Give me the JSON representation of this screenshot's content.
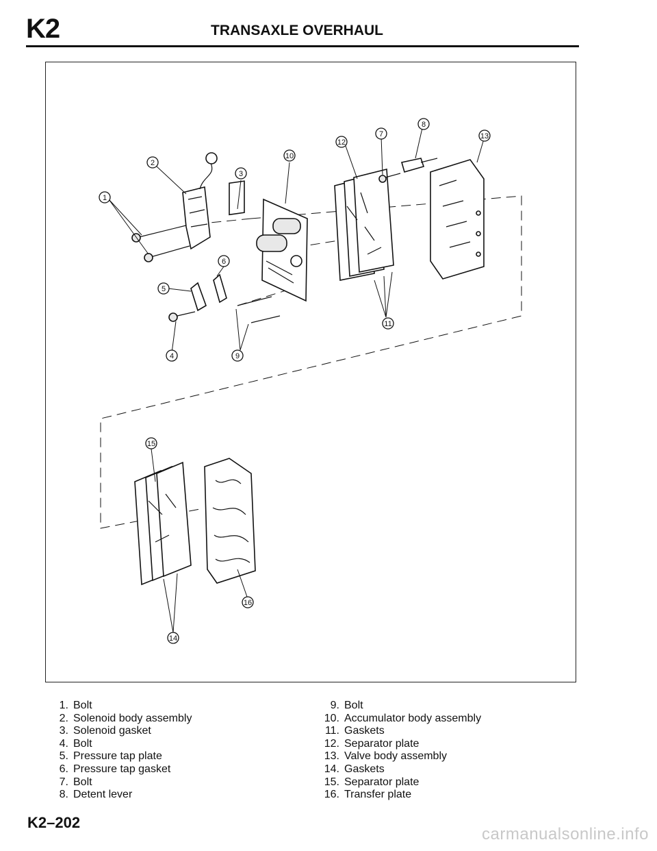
{
  "header": {
    "section_code": "K2",
    "title": "TRANSAXLE OVERHAUL"
  },
  "figure": {
    "callouts": [
      "1",
      "2",
      "3",
      "4",
      "5",
      "6",
      "7",
      "8",
      "9",
      "10",
      "11",
      "12",
      "13",
      "14",
      "15",
      "16"
    ]
  },
  "legend": {
    "left": [
      {
        "num": "1.",
        "label": "Bolt"
      },
      {
        "num": "2.",
        "label": "Solenoid body assembly"
      },
      {
        "num": "3.",
        "label": "Solenoid gasket"
      },
      {
        "num": "4.",
        "label": "Bolt"
      },
      {
        "num": "5.",
        "label": "Pressure tap plate"
      },
      {
        "num": "6.",
        "label": "Pressure tap gasket"
      },
      {
        "num": "7.",
        "label": "Bolt"
      },
      {
        "num": "8.",
        "label": "Detent lever"
      }
    ],
    "right": [
      {
        "num": "9.",
        "label": "Bolt"
      },
      {
        "num": "10.",
        "label": "Accumulator body assembly"
      },
      {
        "num": "11.",
        "label": "Gaskets"
      },
      {
        "num": "12.",
        "label": "Separator plate"
      },
      {
        "num": "13.",
        "label": "Valve body assembly"
      },
      {
        "num": "14.",
        "label": "Gaskets"
      },
      {
        "num": "15.",
        "label": "Separator plate"
      },
      {
        "num": "16.",
        "label": "Transfer plate"
      }
    ]
  },
  "footer": {
    "page_number": "K2–202",
    "watermark": "carmanualsonline.info"
  }
}
